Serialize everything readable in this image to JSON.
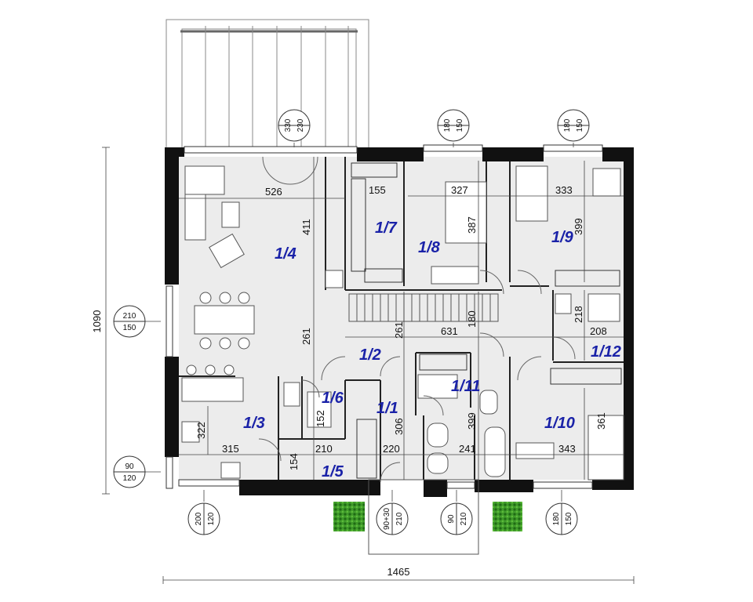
{
  "rooms": [
    {
      "id": "1/1",
      "label": "1/1"
    },
    {
      "id": "1/2",
      "label": "1/2"
    },
    {
      "id": "1/3",
      "label": "1/3"
    },
    {
      "id": "1/4",
      "label": "1/4"
    },
    {
      "id": "1/5",
      "label": "1/5"
    },
    {
      "id": "1/6",
      "label": "1/6"
    },
    {
      "id": "1/7",
      "label": "1/7"
    },
    {
      "id": "1/8",
      "label": "1/8"
    },
    {
      "id": "1/9",
      "label": "1/9"
    },
    {
      "id": "1/10",
      "label": "1/10"
    },
    {
      "id": "1/11",
      "label": "1/11"
    },
    {
      "id": "1/12",
      "label": "1/12"
    }
  ],
  "dimensions": {
    "living_width": "526",
    "living_depth": "411",
    "hall_depth": "261",
    "kitchen_depth": "322",
    "kitchen_width": "315",
    "wc_width": "210",
    "wc_depth": "154",
    "pantry_depth": "152",
    "hall_width": "220",
    "vestibule_depth": "306",
    "bath_width": "241",
    "bath_depth": "399",
    "corridor_width": "631",
    "corridor_depth_a": "261",
    "corridor_depth_b": "180",
    "closet_width": "155",
    "bedroom8_width": "327",
    "bedroom8_depth": "387",
    "bedroom9_width": "333",
    "bedroom9_depth": "399",
    "bedroom10_width": "343",
    "bedroom10_depth": "361",
    "room12_width": "208",
    "room12_depth": "218"
  },
  "windows": [
    {
      "id": "w-terrace",
      "top": "330",
      "bottom": "230"
    },
    {
      "id": "w-bed8",
      "top": "180",
      "bottom": "150"
    },
    {
      "id": "w-bed9",
      "top": "180",
      "bottom": "150"
    },
    {
      "id": "w-left",
      "top": "210",
      "bottom": "150"
    },
    {
      "id": "w-kitchen-side",
      "top": "90",
      "bottom": "120"
    },
    {
      "id": "w-kitchen",
      "top": "200",
      "bottom": "120"
    },
    {
      "id": "w-entrance",
      "top": "90+30",
      "bottom": "210"
    },
    {
      "id": "w-bath",
      "top": "90",
      "bottom": "210"
    },
    {
      "id": "w-bed10",
      "top": "180",
      "bottom": "150"
    }
  ],
  "overall": {
    "width": "1465",
    "height": "1090"
  },
  "colors": {
    "wall": "#111111",
    "floor": "#ececec",
    "label": "#1a22a8",
    "hedge": "#2f8a1f"
  }
}
